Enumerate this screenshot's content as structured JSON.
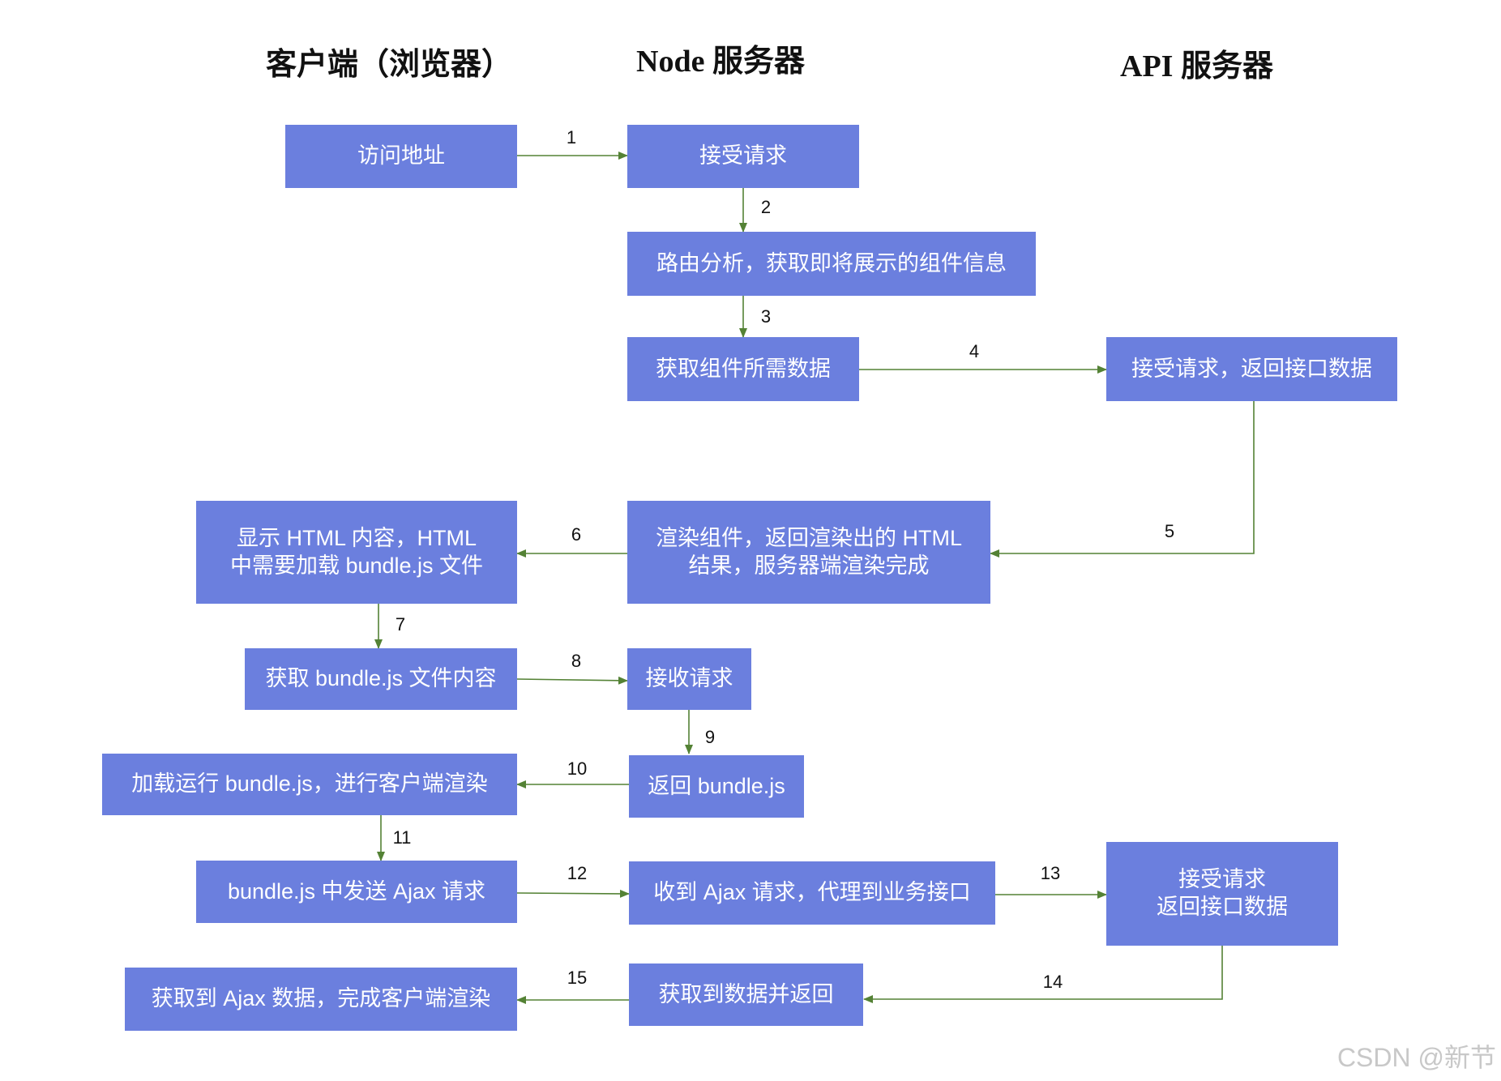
{
  "columns": {
    "client": "客户端（浏览器）",
    "node": "Node 服务器",
    "api": "API 服务器"
  },
  "nodes": {
    "visit_address": "访问地址",
    "node_receive_request": "接受请求",
    "route_analysis": "路由分析，获取即将展示的组件信息",
    "fetch_component_data": "获取组件所需数据",
    "api_receive_return": "接受请求，返回接口数据",
    "render_components": "渲染组件，返回渲染出的 HTML\n结果，服务器端渲染完成",
    "display_html": "显示 HTML 内容，HTML\n中需要加载 bundle.js 文件",
    "fetch_bundle": "获取 bundle.js 文件内容",
    "receive_request": "接收请求",
    "return_bundle": "返回 bundle.js",
    "run_bundle": "加载运行 bundle.js，进行客户端渲染",
    "send_ajax": "bundle.js 中发送 Ajax 请求",
    "proxy_ajax": "收到 Ajax 请求，代理到业务接口",
    "api_receive_return_2": "接受请求\n返回接口数据",
    "return_data": "获取到数据并返回",
    "finish_render": "获取到 Ajax 数据，完成客户端渲染"
  },
  "edge_labels": [
    "1",
    "2",
    "3",
    "4",
    "5",
    "6",
    "7",
    "8",
    "9",
    "10",
    "11",
    "12",
    "13",
    "14",
    "15"
  ],
  "watermark": "CSDN @新节",
  "colors": {
    "node_fill": "#6b7fde",
    "node_text": "#ffffff",
    "arrow": "#548235"
  }
}
